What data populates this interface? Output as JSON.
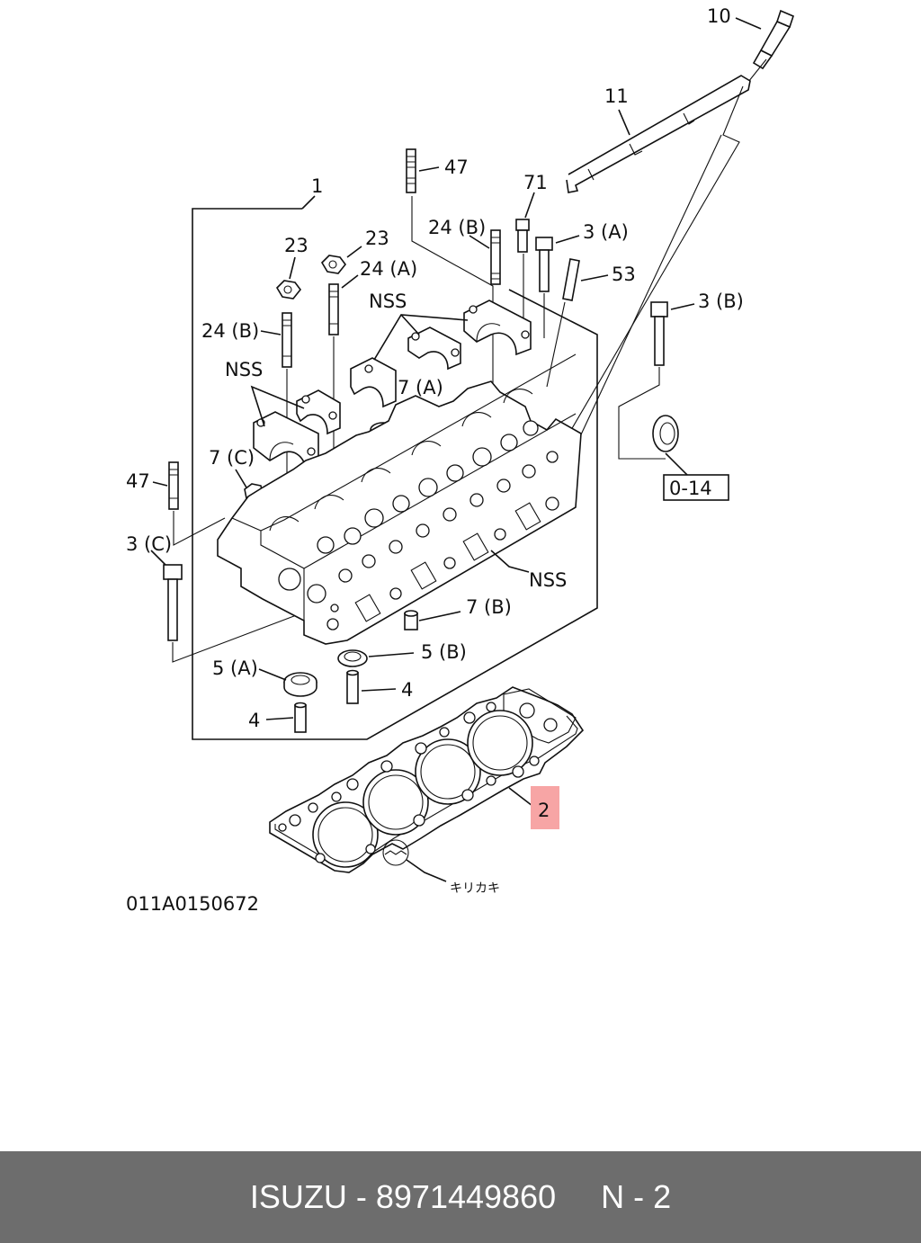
{
  "callouts": {
    "c10": "10",
    "c11": "11",
    "c47_top": "47",
    "c1": "1",
    "c71": "71",
    "c24b_top": "24 (B)",
    "c3a": "3 (A)",
    "c53": "53",
    "c23_left": "23",
    "c23_right": "23",
    "c24a": "24 (A)",
    "c24b_left": "24 (B)",
    "c3b": "3 (B)",
    "nss_top": "NSS",
    "nss_left": "NSS",
    "c7a": "7 (A)",
    "c7c": "7 (C)",
    "c47_left": "47",
    "c3c": "3 (C)",
    "nss_right": "NSS",
    "c7b": "7 (B)",
    "c5a": "5 (A)",
    "c5b": "5 (B)",
    "c4_right": "4",
    "c4_left": "4",
    "c2": "2",
    "ref_box": "0-14",
    "kirikaki": "キリカキ"
  },
  "diagram_code": "011A0150672",
  "footer": {
    "brand": "ISUZU",
    "separator": " - ",
    "part_number": "8971449860",
    "gap": "     ",
    "position": "N - 2"
  },
  "colors": {
    "highlight": "#f7a5a5",
    "footer_bg": "#6d6d6d"
  }
}
